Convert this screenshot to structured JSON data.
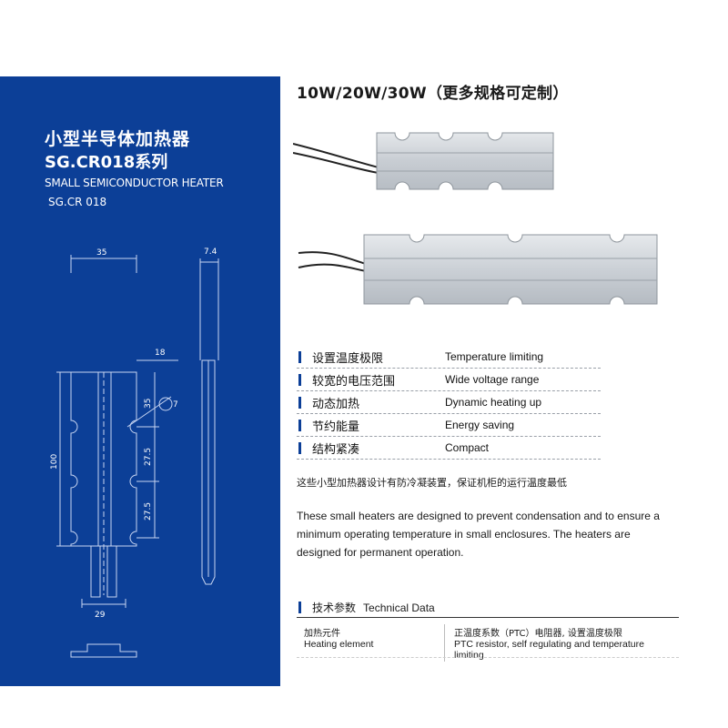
{
  "left_panel": {
    "title_cn": "小型半导体加热器",
    "series": "SG.CR018系列",
    "title_en": "SMALL SEMICONDUCTOR HEATER",
    "model": "SG.CR 018",
    "color": "#0c3f97"
  },
  "drawing": {
    "dim_width": "35",
    "dim_18": "18",
    "dim_7_4": "7.4",
    "dim_35_v": "35",
    "dim_hole": "7",
    "dim_27_5_a": "27.5",
    "dim_27_5_b": "27.5",
    "dim_height": "100",
    "dim_29": "29"
  },
  "heading": "10W/20W/30W（更多规格可定制）",
  "features": [
    {
      "cn": "设置温度极限",
      "en": "Temperature limiting"
    },
    {
      "cn": "较宽的电压范围",
      "en": "Wide voltage range"
    },
    {
      "cn": "动态加热",
      "en": "Dynamic heating up"
    },
    {
      "cn": "节约能量",
      "en": "Energy saving"
    },
    {
      "cn": "结构紧凑",
      "en": "Compact"
    }
  ],
  "desc_cn": "这些小型加热器设计有防冷凝装置，保证机柜的运行温度最低",
  "desc_en": "These small heaters are designed to prevent condensation and to ensure a minimum operating temperature in small enclosures. The heaters are designed for permanent operation.",
  "tech": {
    "title_cn": "技术参数",
    "title_en": "Technical Data",
    "rows": [
      {
        "label_cn": "加热元件",
        "label_en": "Heating element",
        "value_cn": "正温度系数（PTC）电阻器, 设置温度极限",
        "value_en": "PTC resistor, self regulating and temperature limiting"
      }
    ]
  }
}
